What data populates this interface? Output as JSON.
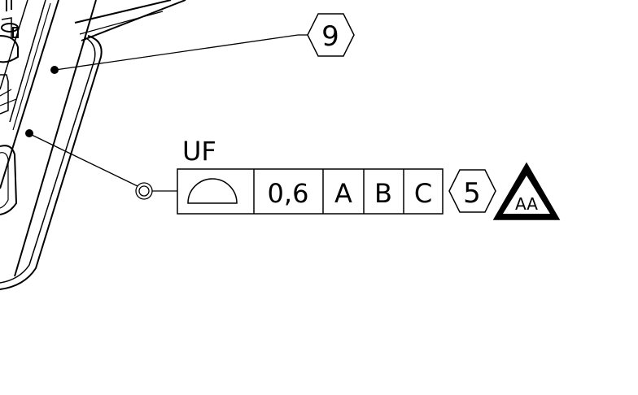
{
  "drawing": {
    "balloon_top": "9",
    "modifier": "UF",
    "symbol": "profile-of-a-surface-icon",
    "tolerance": "0,6",
    "datums": [
      "A",
      "B",
      "C"
    ],
    "balloon_frame": "5",
    "classification": "AA",
    "line_color": "#000000",
    "background_color": "#ffffff"
  }
}
